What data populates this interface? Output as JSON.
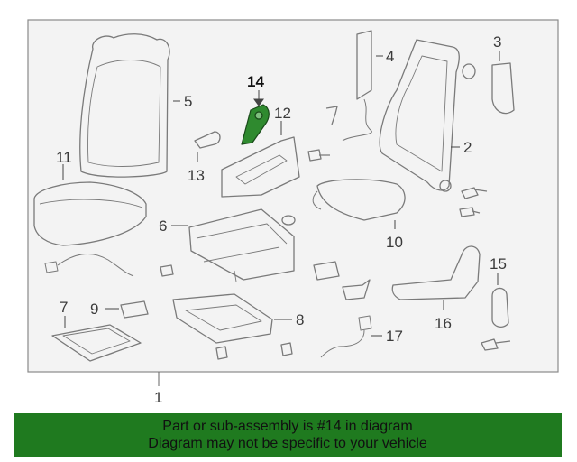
{
  "diagram": {
    "callouts": [
      "1",
      "2",
      "3",
      "4",
      "5",
      "6",
      "7",
      "8",
      "9",
      "10",
      "11",
      "12",
      "13",
      "14",
      "15",
      "16",
      "17"
    ],
    "highlighted_part": "14",
    "colors": {
      "highlight": "#2f8a2f",
      "outline": "#7a7a7a",
      "frame_bg": "#f3f3f3",
      "banner": "#1f7a1f"
    }
  },
  "banner": {
    "line1": "Part or sub-assembly is #14 in diagram",
    "line2": "Diagram may not be specific to your vehicle"
  }
}
